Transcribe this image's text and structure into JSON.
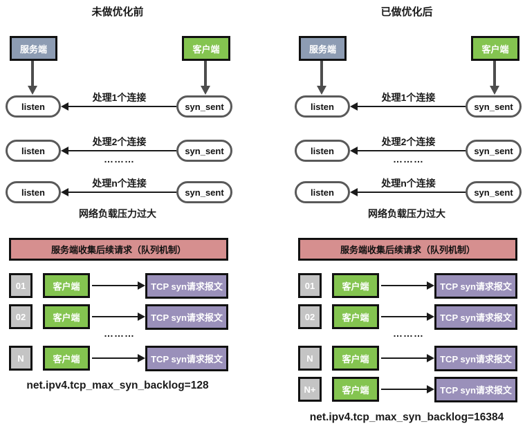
{
  "colors": {
    "server_box": "#8d9cb3",
    "client_box": "#84c450",
    "banner": "#d68f8f",
    "packet_box": "#9a90ba",
    "index_box": "#c4c4c4",
    "oval_border": "#595959",
    "arrow": "#1a1a1a"
  },
  "diagram": {
    "columns": [
      {
        "title": "未做优化前",
        "server_label": "服务端",
        "client_label": "客户端",
        "server_state": "listen",
        "client_state": "syn_sent",
        "connections": [
          "处理1个连接",
          "处理2个连接",
          "处理n个连接"
        ],
        "dots": "………",
        "overload_text": "网络负载压力过大",
        "queue_banner": "服务端收集后续请求（队列机制）",
        "queue_rows": [
          {
            "index": "01",
            "client": "客户端",
            "packet": "TCP syn请求报文"
          },
          {
            "index": "02",
            "client": "客户端",
            "packet": "TCP syn请求报文"
          },
          {
            "index": "N",
            "client": "客户端",
            "packet": "TCP syn请求报文"
          }
        ],
        "queue_dots": "………",
        "sysctl": "net.ipv4.tcp_max_syn_backlog=128"
      },
      {
        "title": "已做优化后",
        "server_label": "服务端",
        "client_label": "客户端",
        "server_state": "listen",
        "client_state": "syn_sent",
        "connections": [
          "处理1个连接",
          "处理2个连接",
          "处理n个连接"
        ],
        "dots": "………",
        "overload_text": "网络负载压力过大",
        "queue_banner": "服务端收集后续请求（队列机制）",
        "queue_rows": [
          {
            "index": "01",
            "client": "客户端",
            "packet": "TCP syn请求报文"
          },
          {
            "index": "02",
            "client": "客户端",
            "packet": "TCP syn请求报文"
          },
          {
            "index": "N",
            "client": "客户端",
            "packet": "TCP syn请求报文"
          },
          {
            "index": "N+",
            "client": "客户端",
            "packet": "TCP syn请求报文"
          }
        ],
        "queue_dots": "………",
        "sysctl": "net.ipv4.tcp_max_syn_backlog=16384"
      }
    ]
  }
}
